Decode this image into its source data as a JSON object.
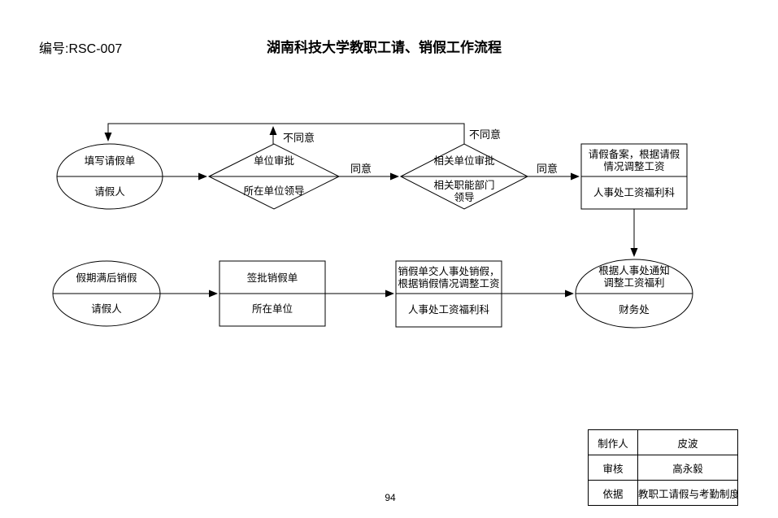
{
  "page": {
    "code": "编号:RSC-007",
    "title": "湖南科技大学教职工请、销假工作流程",
    "page_number": "94"
  },
  "flow": {
    "row1": {
      "start": {
        "action": "填写请假单",
        "actor": "请假人"
      },
      "decision1": {
        "action": "单位审批",
        "actor": "所在单位领导"
      },
      "decision2": {
        "action": "相关单位审批",
        "actor_lines": [
          "相关职能部门",
          "领导"
        ]
      },
      "record": {
        "action_lines": [
          "请假备案，根据请假",
          "情况调整工资"
        ],
        "actor": "人事处工资福利科"
      },
      "labels": {
        "agree1": "同意",
        "agree2": "同意",
        "disagree1": "不同意",
        "disagree2": "不同意"
      }
    },
    "row2": {
      "start": {
        "action": "假期满后销假",
        "actor": "请假人"
      },
      "sign": {
        "action": "签批销假单",
        "actor": "所在单位"
      },
      "submit": {
        "action_lines": [
          "销假单交人事处销假，",
          "根据销假情况调整工资"
        ],
        "actor": "人事处工资福利科"
      },
      "finance": {
        "action_lines": [
          "根据人事处通知",
          "调整工资福利"
        ],
        "actor": "财务处"
      }
    }
  },
  "info_table": {
    "rows": [
      {
        "label": "制作人",
        "value": "皮波"
      },
      {
        "label": "审核",
        "value": "高永毅"
      },
      {
        "label": "依据",
        "value": "教职工请假与考勤制度"
      }
    ]
  }
}
